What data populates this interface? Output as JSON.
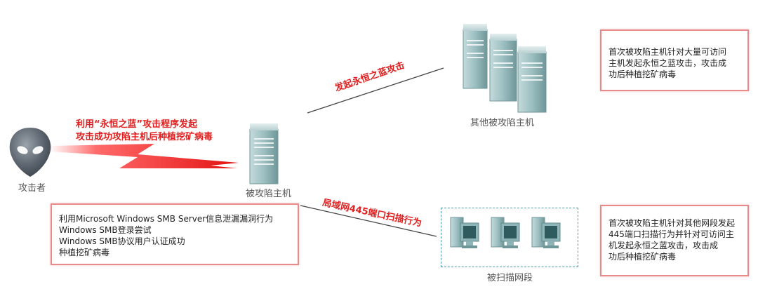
{
  "attacker": {
    "label": "攻击者"
  },
  "victim": {
    "label": "被攻陷主机"
  },
  "other_hosts": {
    "label": "其他被攻陷主机"
  },
  "scanned_segment": {
    "label": "被扫描网段"
  },
  "attack_arrow": {
    "line1": "利用“永恒之蓝”攻击程序发起",
    "line2": "攻击成功攻陷主机后种植挖矿病毒"
  },
  "edge_upper": {
    "label": "发起永恒之蓝攻击"
  },
  "edge_lower": {
    "label": "局域网445端口扫描行为"
  },
  "note_top_right": {
    "lines": [
      "首次被攻陷主机针对大量可访问",
      "主机发起永恒之蓝攻击，攻击成",
      "功后种植挖矿病毒"
    ]
  },
  "note_bottom_left": {
    "lines": [
      "利用Microsoft Windows SMB Server信息泄漏漏洞行为",
      "Windows SMB登录尝试",
      "Windows SMB协议用户认证成功",
      "种植挖矿病毒"
    ]
  },
  "note_bottom_right": {
    "lines": [
      "首次被攻陷主机针对其他网段发起",
      "445端口扫描行为并针对可访问主",
      "机发起永恒之蓝攻击，攻击成",
      "功后种植挖矿病毒"
    ]
  },
  "colors": {
    "accent_red": "#e02020",
    "box_border": "#e98a8a",
    "server_teal": "#7fa8aa",
    "dashed_border": "#4a9aa6"
  }
}
